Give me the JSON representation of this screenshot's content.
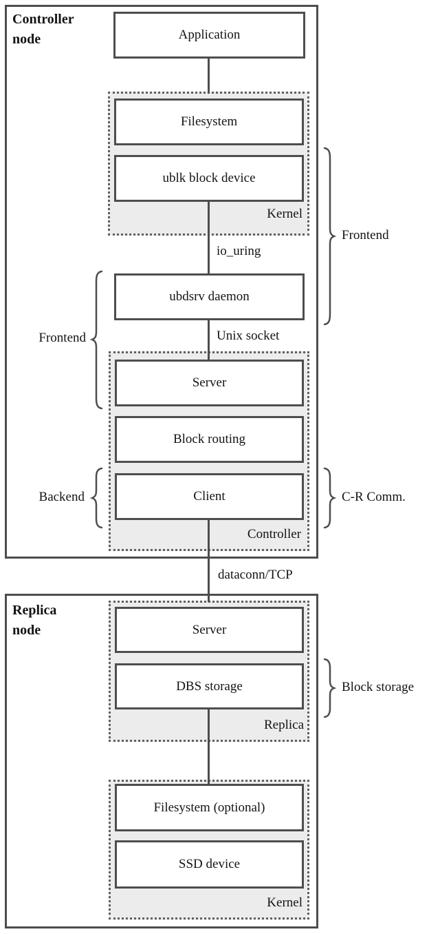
{
  "controller": {
    "label": "Controller\nnode",
    "application": "Application",
    "kernel_group": {
      "filesystem": "Filesystem",
      "ublk": "ublk block device",
      "caption": "Kernel"
    },
    "io_uring": "io_uring",
    "ubdsrv": "ubdsrv daemon",
    "unix_socket": "Unix socket",
    "group": {
      "server": "Server",
      "block_routing": "Block routing",
      "client": "Client",
      "caption": "Controller"
    }
  },
  "link": {
    "dataconn": "dataconn/TCP"
  },
  "replica": {
    "label": "Replica\nnode",
    "group": {
      "server": "Server",
      "dbs": "DBS storage",
      "caption": "Replica"
    },
    "kernel_group": {
      "filesystem_optional": "Filesystem (optional)",
      "ssd": "SSD device",
      "caption": "Kernel"
    }
  },
  "annotations": {
    "frontend_right": "Frontend",
    "frontend_left": "Frontend",
    "backend": "Backend",
    "cr_comm": "C-R Comm.",
    "block_storage": "Block storage"
  },
  "colors": {
    "line": "#4d4d4d",
    "group_background": "#ececec",
    "text": "#141414"
  }
}
